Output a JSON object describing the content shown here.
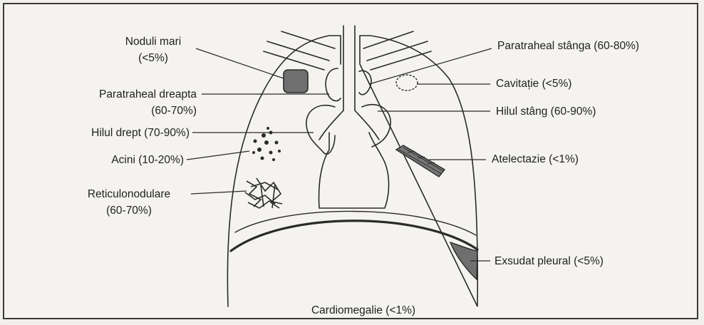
{
  "labels": {
    "noduli": [
      "Noduli mari",
      "(<5%)"
    ],
    "paratraheal_dreapta": [
      "Paratraheal dreapta",
      "(60-70%)"
    ],
    "hilul_drept": "Hilul drept (70-90%)",
    "acini": "Acini (10-20%)",
    "reticulonodulare": [
      "Reticulonodulare",
      "(60-70%)"
    ],
    "paratraheal_stanga": "Paratraheal stânga (60-80%)",
    "cavitatie": "Cavitație (<5%)",
    "hilul_stang": "Hilul stâng (60-90%)",
    "atelectazie": "Atelectazie (<1%)",
    "exsudat": "Exsudat pleural (<5%)",
    "cardiomegalie": "Cardiomegalie (<1%)"
  },
  "colors": {
    "line": "#2a2a2a",
    "fill_dark": "#6f6f6f",
    "background": "#f4f3ef"
  }
}
